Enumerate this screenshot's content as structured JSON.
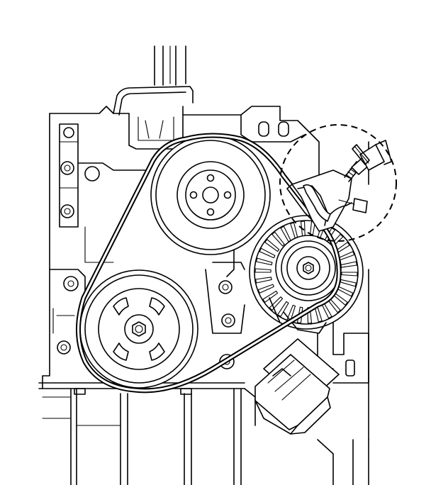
{
  "diagram": {
    "kind": "engine-accessory-drive-belt-line-drawing",
    "colors": {
      "line": "#000000",
      "background": "#ffffff"
    },
    "components": [
      {
        "name": "upper-pulley",
        "icon": "pulley-icon"
      },
      {
        "name": "crankshaft-pulley",
        "icon": "pulley-icon"
      },
      {
        "name": "alternator",
        "icon": "alternator-icon"
      },
      {
        "name": "drive-belt",
        "icon": "belt-icon"
      },
      {
        "name": "belt-tension-gauge",
        "icon": "gauge-icon"
      },
      {
        "name": "oil-filter",
        "icon": "filter-icon"
      }
    ]
  }
}
